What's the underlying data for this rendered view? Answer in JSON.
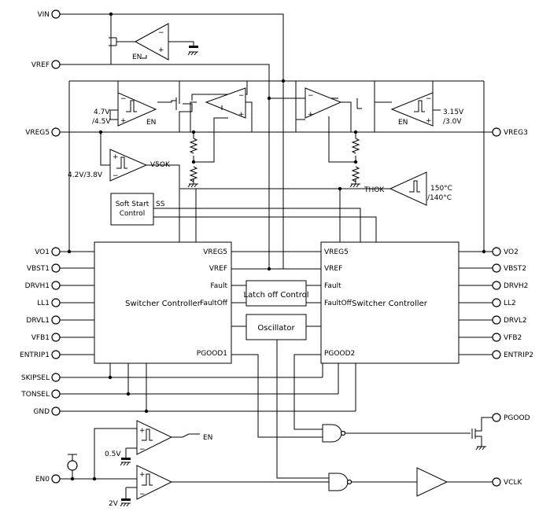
{
  "pins_left": [
    "VIN",
    "VREF",
    "VREG5",
    "VO1",
    "VBST1",
    "DRVH1",
    "LL1",
    "DRVL1",
    "VFB1",
    "ENTRIP1",
    "SKIPSEL",
    "TONSEL",
    "GND",
    "EN0"
  ],
  "pins_right": [
    "VREG3",
    "VO2",
    "VBST2",
    "DRVH2",
    "LL2",
    "DRVL2",
    "VFB2",
    "ENTRIP2",
    "PGOOD",
    "VCLK"
  ],
  "blocks": {
    "switcher1": {
      "title": "Switcher Controller",
      "ports": [
        "VREG5",
        "VREF",
        "Fault",
        "FaultOff",
        "PGOOD1"
      ]
    },
    "switcher2": {
      "title": "Switcher Controller",
      "ports": [
        "VREG5",
        "VREF",
        "Fault",
        "FaultOff",
        "PGOOD2"
      ]
    },
    "latch": "Latch off Control",
    "oscillator": "Oscillator",
    "softstart": [
      "Soft Start",
      "Control"
    ],
    "ss": "SS"
  },
  "labels": {
    "en_top": "EN",
    "en_left": "EN",
    "en_right": "EN",
    "en_out": "EN",
    "th_left_hi": "4.7V",
    "th_left_lo": "/4.5V",
    "th_right_hi": "3.15V",
    "th_right_lo": "/3.0V",
    "v5ok": "V5OK",
    "v5ok_th": "4.2V/3.8V",
    "thok": "THOK",
    "temp_hi": "150°C",
    "temp_lo": "/140°C",
    "ref_05": "0.5V",
    "ref_2": "2V"
  }
}
